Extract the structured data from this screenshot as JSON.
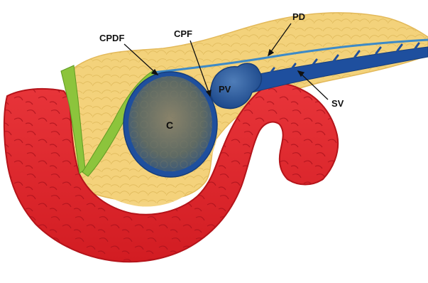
{
  "labels": {
    "pd": "PD",
    "cpdf": "CPDF",
    "cpf": "CPF",
    "pv": "PV",
    "sv": "SV",
    "c": "C"
  },
  "colors": {
    "pancreas": "#f3d27b",
    "pancreas_lobule": "#e7c062",
    "duodenum": "#e8242a",
    "duodenum_dark": "#b5141a",
    "bile_duct": "#8cc43c",
    "vein": "#1e4f9e",
    "pancreatic_duct": "#3d8ac7",
    "cyst": "#6b6b5a",
    "background": "#ffffff"
  }
}
